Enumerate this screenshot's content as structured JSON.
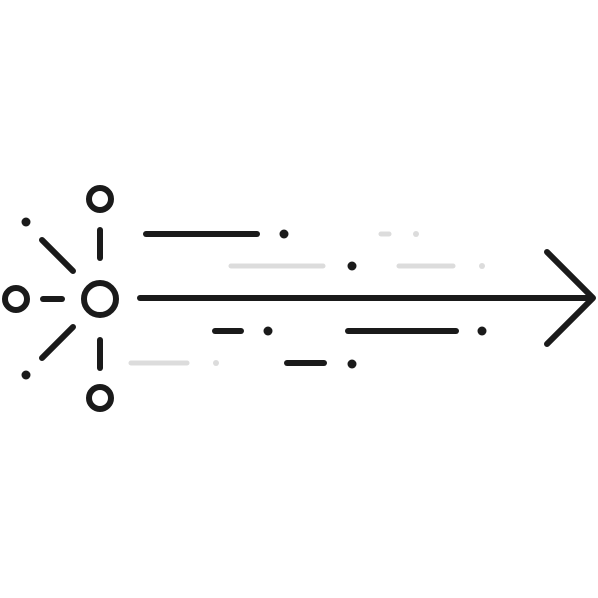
{
  "colors": {
    "background": "#ffffff",
    "stroke_dark": "#1a1a1a",
    "stroke_faint": "#dcdcdc"
  },
  "icon": {
    "name": "network-burst-arrow-icon",
    "parts": [
      "hub-node-icon",
      "satellite-node-icon",
      "spoke-line",
      "speed-dash",
      "speed-dot",
      "arrow-shaft",
      "arrowhead-icon"
    ]
  }
}
